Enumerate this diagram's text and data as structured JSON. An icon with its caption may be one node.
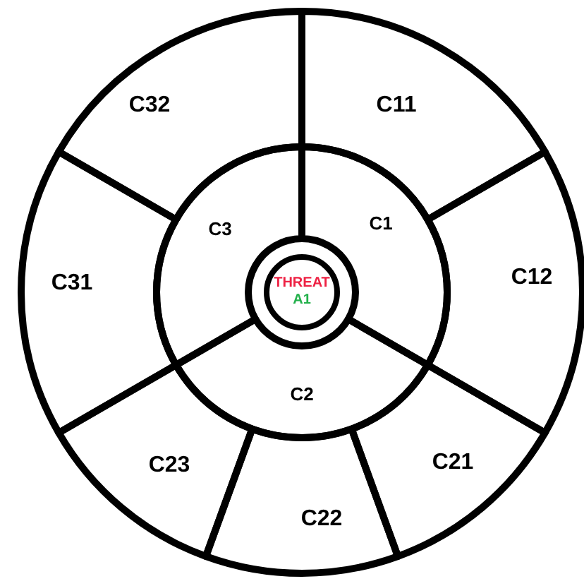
{
  "diagram": {
    "nodes": [
      {
        "text": [
          "THREAT",
          "A1"
        ]
      },
      {
        "text": [
          "C1"
        ]
      },
      {
        "text": [
          "C2"
        ]
      },
      {
        "text": [
          "C3"
        ]
      },
      {
        "text": [
          "C11"
        ]
      },
      {
        "text": [
          "C12"
        ]
      },
      {
        "text": [
          "C21"
        ]
      },
      {
        "text": [
          "C22"
        ]
      },
      {
        "text": [
          "C23"
        ]
      },
      {
        "text": [
          "C31"
        ]
      },
      {
        "text": [
          "C32"
        ]
      }
    ]
  }
}
